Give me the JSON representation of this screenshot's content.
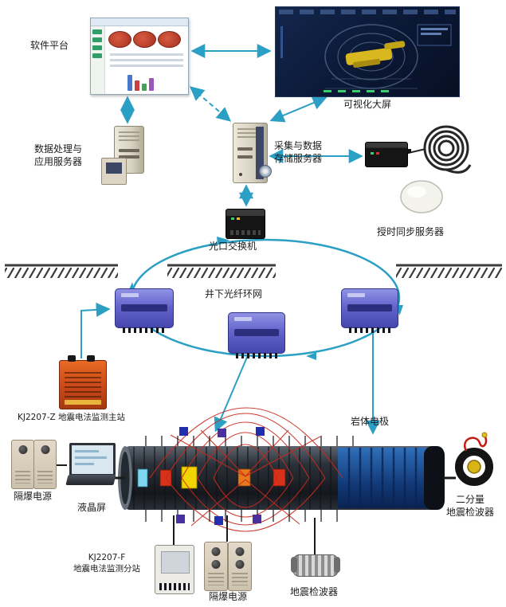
{
  "diagram": {
    "software_platform": "软件平台",
    "visualization_screen": "可视化大屏",
    "data_processing_server": "数据处理与\n应用服务器",
    "storage_server": "采集与数据\n存储服务器",
    "time_sync_server": "授时同步服务器",
    "optical_switch": "光口交换机",
    "fiber_ring": "井下光纤环网",
    "main_station": "KJ2207-Z 地震电法监测主站",
    "rock_electrode": "岩体电极",
    "flameproof_power_1": "隔爆电源",
    "lcd_screen": "液晶屏",
    "substation": "KJ2207-F\n地震电法监测分站",
    "flameproof_power_2": "隔爆电源",
    "geophone": "地震检波器",
    "two_component_geophone": "二分量\n地震检波器"
  },
  "colors": {
    "link_arrow": "#2b9fc4",
    "field_line": "#c8281c",
    "main_station": "#c94819",
    "ring_node": "#6365cd",
    "electrode_blue": "#1f2fae",
    "electrode_purple": "#4a2f9e"
  }
}
